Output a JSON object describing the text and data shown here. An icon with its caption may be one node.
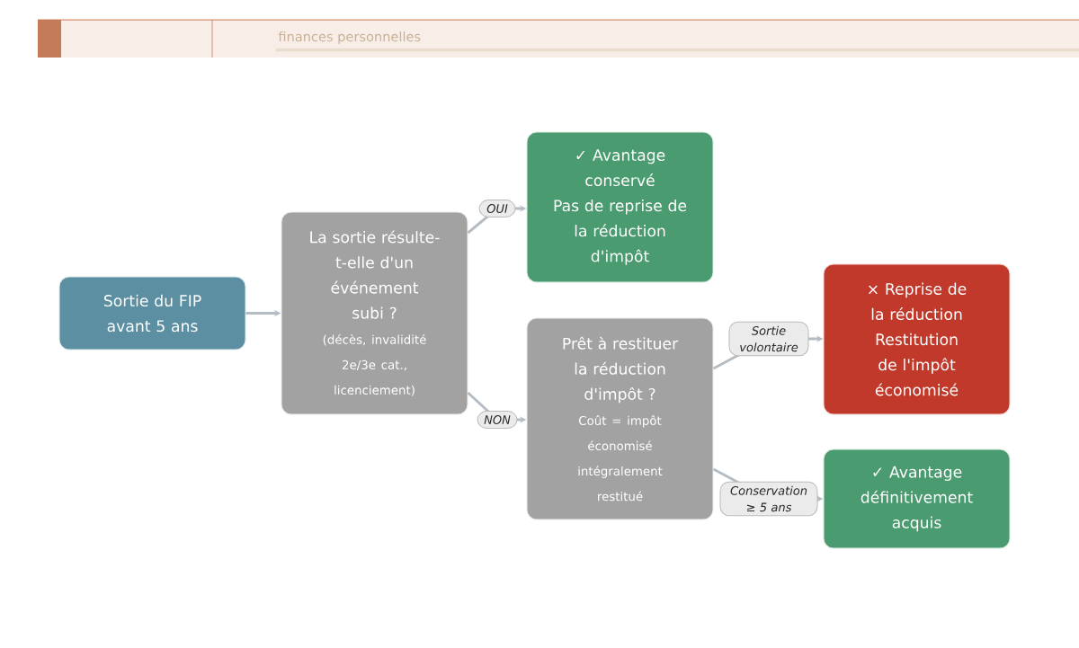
{
  "diagram": {
    "nodes": [
      {
        "text": [
          "Sortie du FIP avant 5 ans"
        ]
      },
      {
        "text": [
          "La sortie résulte-t-elle d'un événement subi ?",
          "(décès, invalidité 2e/3e cat., licenciement)"
        ]
      },
      {
        "text": [
          "✓ Avantage conservé",
          "Pas de reprise de la réduction d'impôt"
        ]
      },
      {
        "text": [
          "Prêt à restituer la réduction d'impôt ?",
          "Coût = impôt économisé intégralement restitué"
        ]
      },
      {
        "text": [
          "× Reprise de la réduction",
          "Restitution de l'impôt économisé"
        ]
      },
      {
        "text": [
          "✓ Avantage définitivement acquis"
        ]
      }
    ],
    "edges": [
      {
        "from": 0,
        "to": 1,
        "arrow": "to"
      },
      {
        "from": 1,
        "to": 2,
        "arrow": "to",
        "label": "OUI"
      },
      {
        "from": 1,
        "to": 3,
        "arrow": "to",
        "label": "NON"
      },
      {
        "from": 3,
        "to": 4,
        "arrow": "to",
        "label": "Sortie volontaire"
      },
      {
        "from": 3,
        "to": 5,
        "arrow": "to",
        "label": "Conservation ≥ 5 ans"
      }
    ],
    "labels": [
      "finances personnelles"
    ]
  }
}
